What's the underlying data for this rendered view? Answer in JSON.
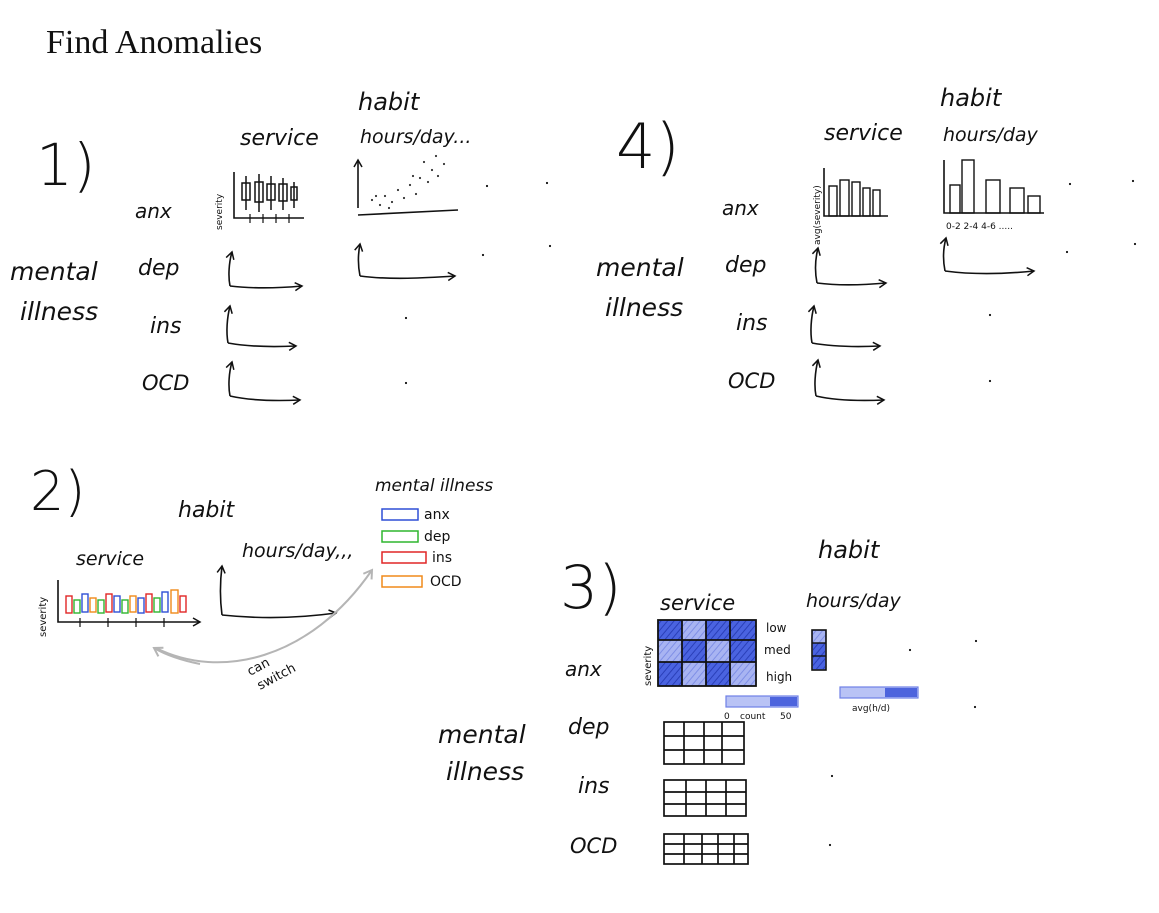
{
  "title": "Find Anomalies",
  "labels": {
    "service": "service",
    "habit": "habit",
    "hours_per_day": "hours/day",
    "hours_per_day_dots": "hours/day...",
    "hours_per_day_commas": "hours/day,,,",
    "mental": "mental",
    "illness": "illness",
    "mental_illness": "mental illness",
    "severity": "severity",
    "avg_severity": "avg(severity)",
    "can": "can",
    "switch": "switch",
    "count": "count",
    "count_min": "0",
    "count_max": "50",
    "avg_hd": "avg(h/d)",
    "low": "low",
    "med": "med",
    "high": "high",
    "bins": "0-2 2-4 4-6 ....."
  },
  "rows": [
    "anx",
    "dep",
    "ins",
    "OCD"
  ],
  "legend": [
    {
      "label": "anx",
      "color": "#2f4fd6"
    },
    {
      "label": "dep",
      "color": "#2fb52f"
    },
    {
      "label": "ins",
      "color": "#e02626"
    },
    {
      "label": "OCD",
      "color": "#f08a1a"
    }
  ],
  "sections": {
    "s1": "1)",
    "s2": "2)",
    "s3": "3)",
    "s4": "4)"
  },
  "colors": {
    "ink": "#111111",
    "heat": "#3a54d8",
    "heat_light": "#8f9ff0",
    "arrow_gray": "#b5b5b5"
  }
}
